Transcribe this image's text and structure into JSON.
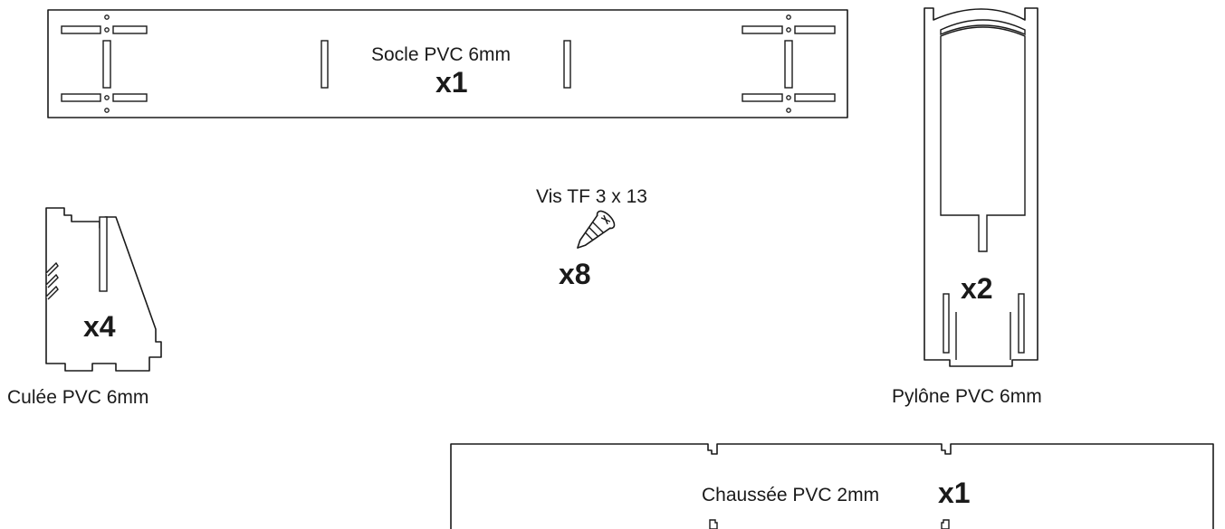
{
  "parts": {
    "socle": {
      "label": "Socle PVC 6mm",
      "quantity": "x1"
    },
    "vis": {
      "label": "Vis TF 3 x 13",
      "quantity": "x8"
    },
    "culee": {
      "label": "Culée PVC 6mm",
      "quantity": "x4"
    },
    "pylone": {
      "label": "Pylône PVC 6mm",
      "quantity": "x2"
    },
    "chaussee": {
      "label": "Chaussée PVC 2mm",
      "quantity": "x1"
    }
  },
  "colors": {
    "line": "#1a1a1a",
    "background": "#ffffff"
  }
}
